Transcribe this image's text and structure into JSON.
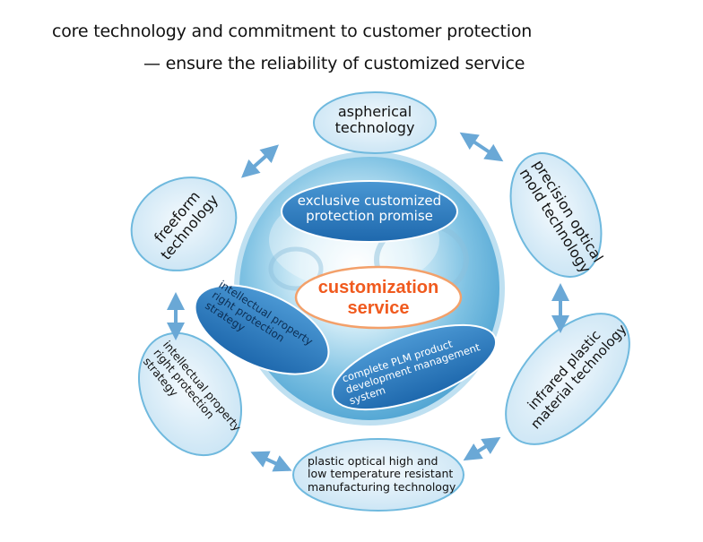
{
  "title": {
    "line1": "core technology and commitment to customer protection",
    "line2": "— ensure the reliability of customized service"
  },
  "center": {
    "line1": "customization",
    "line2": "service"
  },
  "inner_items": [
    {
      "lines": [
        "exclusive customized",
        "protection promise"
      ]
    },
    {
      "lines": [
        "intellectual property",
        "right protection",
        "strategy"
      ]
    },
    {
      "lines": [
        "complete PLM product",
        "development management",
        "system"
      ]
    }
  ],
  "outer_items": [
    {
      "lines": [
        "aspherical",
        "technology"
      ]
    },
    {
      "lines": [
        "precision optical",
        "mold technology"
      ]
    },
    {
      "lines": [
        "infrared plastic",
        "material technology"
      ]
    },
    {
      "lines": [
        "plastic optical high and",
        "low temperature resistant",
        "manufacturing technology"
      ]
    },
    {
      "lines": [
        "intellectual property",
        "right protection",
        "strategy"
      ]
    },
    {
      "lines": [
        "freeform",
        "technology"
      ]
    }
  ],
  "colors": {
    "outer_fill": "#dcedf8",
    "outer_stroke": "#6fb9de",
    "inner_fill": "#2f7fc1",
    "arrow": "#6aa8d6",
    "center_text": "#f05a1e"
  }
}
